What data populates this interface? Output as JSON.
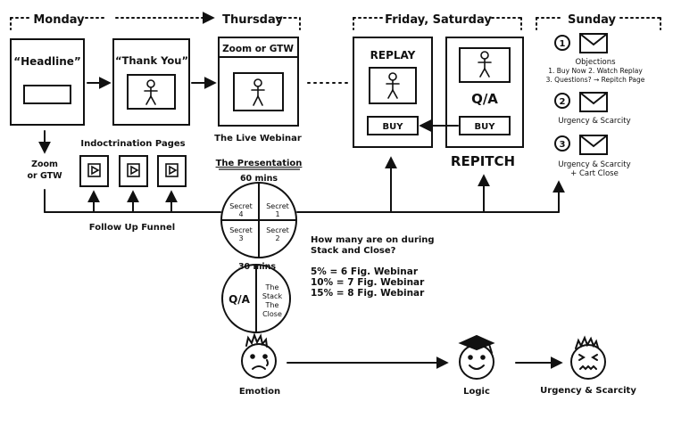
{
  "headers": {
    "monday": "Monday",
    "thursday": "Thursday",
    "friday_saturday": "Friday, Saturday",
    "sunday": "Sunday"
  },
  "pages": {
    "headline": "“Headline”",
    "thank_you": "“Thank You”",
    "zoom_gtw_header": "Zoom or GTW",
    "live_webinar_caption": "The Live Webinar",
    "replay_title": "REPLAY",
    "replay_buy": "BUY",
    "qa_label": "Q/A",
    "repitch_buy": "BUY",
    "repitch_label": "REPITCH"
  },
  "left_side": {
    "zoom_or": "Zoom",
    "gtw": "or GTW",
    "indoctrination_title": "Indoctrination Pages",
    "follow_up": "Follow Up Funnel"
  },
  "presentation": {
    "title": "The Presentation",
    "sixty": "60 mins",
    "secret4_a": "Secret",
    "secret4_b": "4",
    "secret1_a": "Secret",
    "secret1_b": "1",
    "secret3_a": "Secret",
    "secret3_b": "3",
    "secret2_a": "Secret",
    "secret2_b": "2",
    "thirty": "30 mins",
    "qa": "Q/A",
    "stack_1": "The",
    "stack_2": "Stack",
    "stack_3": "The",
    "stack_4": "Close"
  },
  "question": {
    "line1": "How many are on during",
    "line2": "Stack and Close?",
    "stat1": "5% = 6 Fig. Webinar",
    "stat2": "10% = 7 Fig. Webinar",
    "stat3": "15% = 8 Fig. Webinar"
  },
  "sunday": {
    "n1": "1",
    "objections": "Objections",
    "line_a": "1. Buy Now 2. Watch Replay",
    "line_b": "3. Questions? → Repitch Page",
    "n2": "2",
    "urgency1": "Urgency & Scarcity",
    "n3": "3",
    "urgency2": "Urgency & Scarcity",
    "cart_close": "+ Cart Close"
  },
  "faces": {
    "emotion": "Emotion",
    "logic": "Logic",
    "urgency": "Urgency & Scarcity"
  }
}
